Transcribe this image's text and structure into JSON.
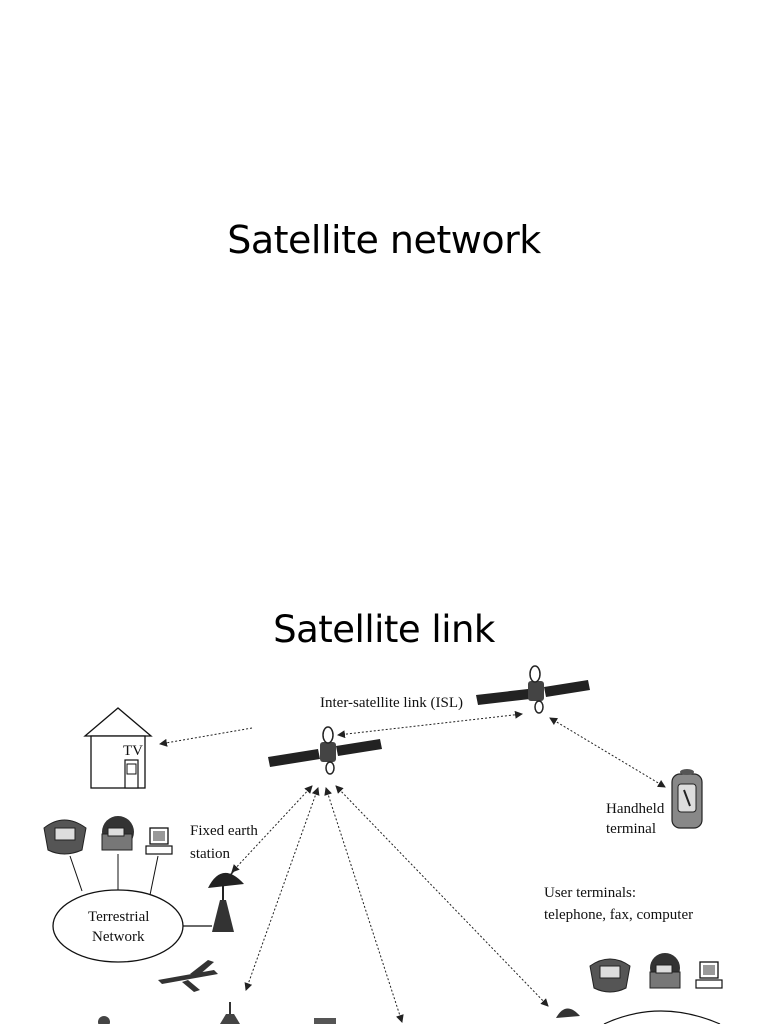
{
  "slide1": {
    "title": "Satellite network"
  },
  "slide2": {
    "title": "Satellite link",
    "figure": {
      "isl_label": "Inter-satellite link (ISL)",
      "tv_label": "TV",
      "fixed_station_label_1": "Fixed earth",
      "fixed_station_label_2": "station",
      "terrestrial_label_1": "Terrestrial",
      "terrestrial_label_2": "Network",
      "handheld_label_1": "Handheld",
      "handheld_label_2": "terminal",
      "user_terminals_label_1": "User terminals:",
      "user_terminals_label_2": "telephone, fax, computer"
    }
  }
}
